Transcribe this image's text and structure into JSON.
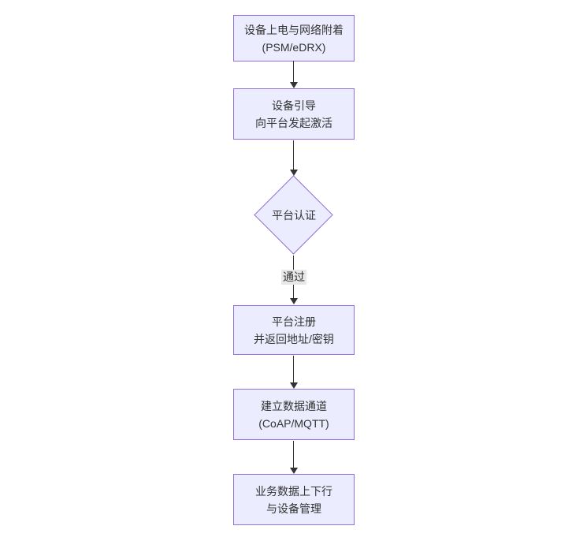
{
  "diagram": {
    "type": "flowchart",
    "direction": "top-down",
    "colors": {
      "background": "#ffffff",
      "node_fill": "#ECECFF",
      "node_border": "#9370DB",
      "text": "#333333",
      "arrow": "#333333",
      "edge_label_bg": "#e8e8e8"
    },
    "nodes": {
      "power": {
        "shape": "rect",
        "line1": "设备上电与网络附着",
        "line2": "(PSM/eDRX)"
      },
      "boot": {
        "shape": "rect",
        "line1": "设备引导",
        "line2": "向平台发起激活"
      },
      "auth": {
        "shape": "diamond",
        "label": "平台认证"
      },
      "register": {
        "shape": "rect",
        "line1": "平台注册",
        "line2": "并返回地址/密钥"
      },
      "channel": {
        "shape": "rect",
        "line1": "建立数据通道",
        "line2": "(CoAP/MQTT)"
      },
      "business": {
        "shape": "rect",
        "line1": "业务数据上下行",
        "line2": "与设备管理"
      }
    },
    "edges": {
      "power_to_boot": {
        "label": ""
      },
      "boot_to_auth": {
        "label": ""
      },
      "auth_to_register": {
        "label": "通过"
      },
      "register_to_channel": {
        "label": ""
      },
      "channel_to_business": {
        "label": ""
      }
    }
  }
}
